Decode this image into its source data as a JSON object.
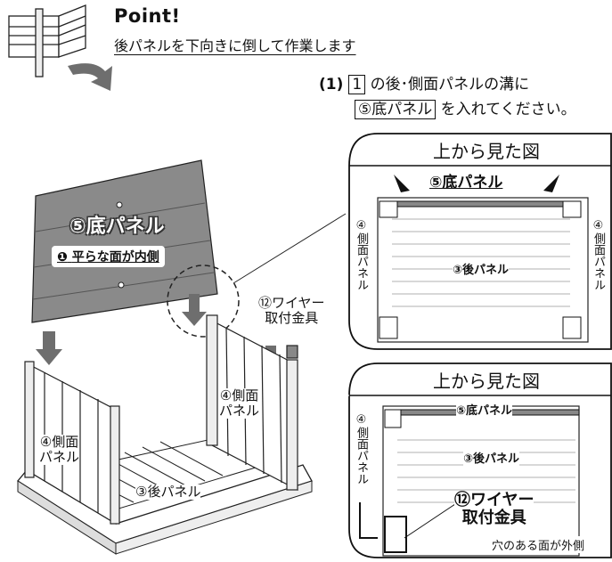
{
  "point": {
    "title": "Point!",
    "subtitle": "後パネルを下向きに倒して作業します"
  },
  "step": {
    "number": "(1)",
    "box_number": "1",
    "line1_text": "の後･側面パネルの溝に",
    "box_part": "⑤底パネル",
    "line2_text": "を入れてください。"
  },
  "main_illustration": {
    "bottom_panel_label": "⑤底パネル",
    "flat_side_note": "平らな面が内側",
    "wire_bracket_label_1": "⑫ワイヤー",
    "wire_bracket_label_2": "取付金具",
    "side_panel_right_1": "④側面",
    "side_panel_right_2": "パネル",
    "side_panel_left_1": "④側面",
    "side_panel_left_2": "パネル",
    "back_panel_label": "③後パネル"
  },
  "callout_top": {
    "title": "上から見た図",
    "bottom_panel": "⑤底パネル",
    "side_left": "④側面パネル",
    "side_right": "④側面パネル",
    "back_panel": "③後パネル"
  },
  "callout_bottom": {
    "title": "上から見た図",
    "bottom_panel": "⑤底パネル",
    "side_left": "④側面パネル",
    "back_panel": "③後パネル",
    "wire_1": "⑫ワイヤー",
    "wire_2": "取付金具",
    "hole_note": "穴のある面が外側"
  },
  "colors": {
    "panel_grey": "#8a8a8a",
    "arrow_grey": "#6e6e6e",
    "line": "#111111"
  }
}
